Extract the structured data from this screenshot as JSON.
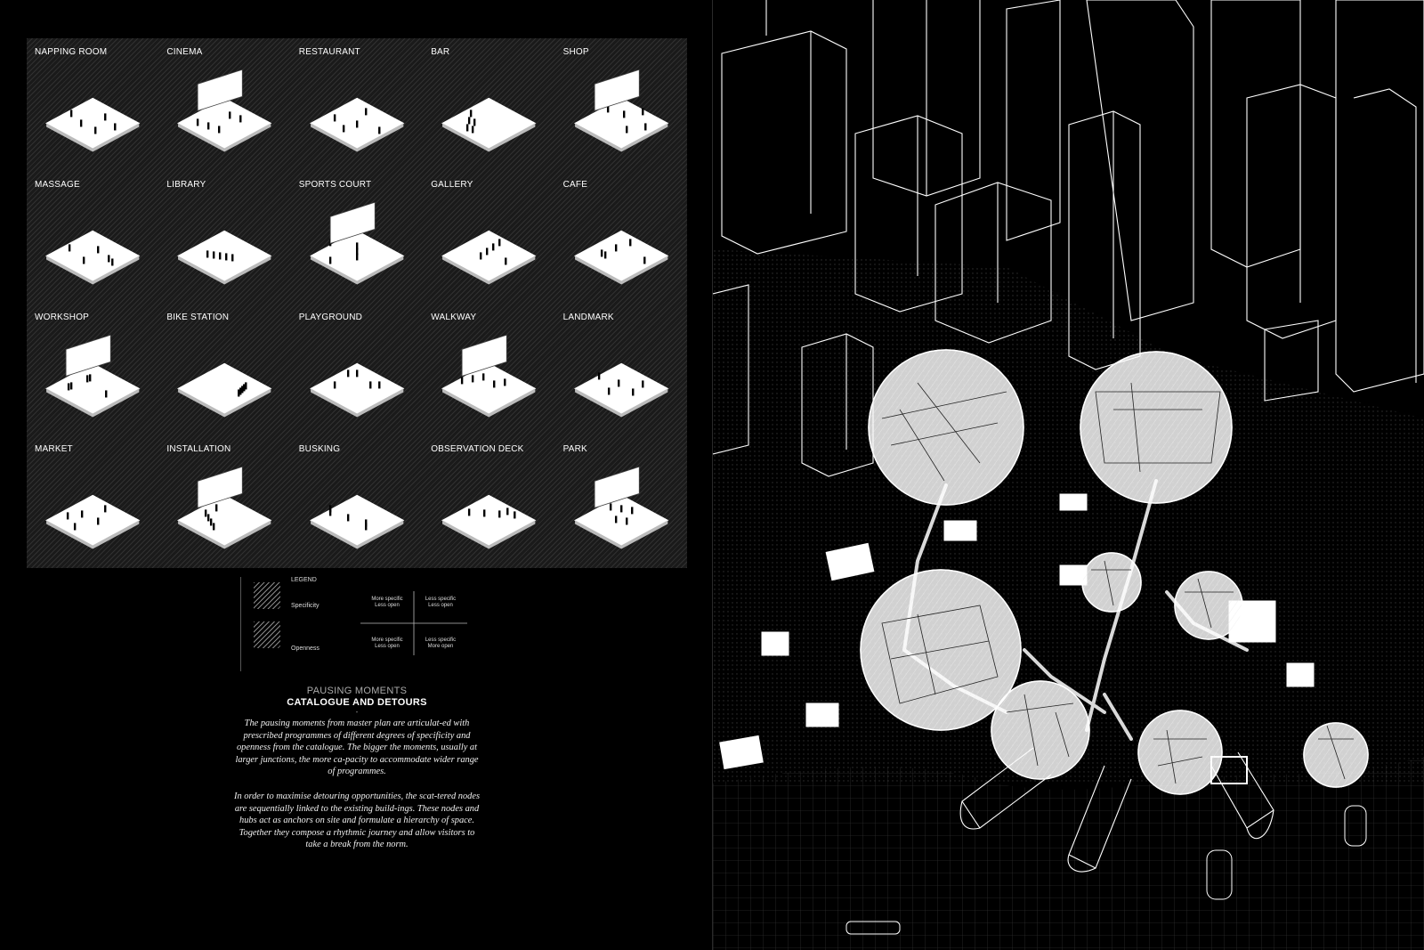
{
  "catalogue": {
    "items": [
      {
        "label": "NAPPING ROOM",
        "icon": "napping-room-icon"
      },
      {
        "label": "CINEMA",
        "icon": "cinema-icon"
      },
      {
        "label": "RESTAURANT",
        "icon": "restaurant-icon"
      },
      {
        "label": "BAR",
        "icon": "bar-icon"
      },
      {
        "label": "SHOP",
        "icon": "shop-icon"
      },
      {
        "label": "MASSAGE",
        "icon": "massage-icon"
      },
      {
        "label": "LIBRARY",
        "icon": "library-icon"
      },
      {
        "label": "SPORTS COURT",
        "icon": "sports-court-icon"
      },
      {
        "label": "GALLERY",
        "icon": "gallery-icon"
      },
      {
        "label": "CAFE",
        "icon": "cafe-icon"
      },
      {
        "label": "WORKSHOP",
        "icon": "workshop-icon"
      },
      {
        "label": "BIKE STATION",
        "icon": "bike-station-icon"
      },
      {
        "label": "PLAYGROUND",
        "icon": "playground-icon"
      },
      {
        "label": "WALKWAY",
        "icon": "walkway-icon"
      },
      {
        "label": "LANDMARK",
        "icon": "landmark-icon"
      },
      {
        "label": "MARKET",
        "icon": "market-icon"
      },
      {
        "label": "INSTALLATION",
        "icon": "installation-icon"
      },
      {
        "label": "BUSKING",
        "icon": "busking-icon"
      },
      {
        "label": "OBSERVATION DECK",
        "icon": "observation-deck-icon"
      },
      {
        "label": "PARK",
        "icon": "park-icon"
      }
    ]
  },
  "legend": {
    "title": "LEGEND",
    "specificity": "Specificity",
    "openness": "Openness",
    "matrix": {
      "top_left": "More specific\nLess open",
      "top_right": "Less specific\nLess open",
      "bottom_left": "More specific\nLess open",
      "bottom_right": "Less specific\nMore open"
    }
  },
  "text": {
    "kicker": "PAUSING MOMENTS",
    "heading": "CATALOGUE AND DETOURS",
    "dash": "-",
    "paragraph1": "The pausing moments from master plan are articulat-ed with prescribed programmes of different degrees of specificity and openness from the catalogue. The bigger the moments, usually at larger junctions, the more ca-pacity to accommodate wider range of programmes.",
    "paragraph2": "In order to maximise detouring opportunities, the scat-tered nodes are sequentially linked to the existing build-ings. These nodes and hubs act as anchors on site and formulate a hierarchy of space. Together they compose a rhythmic journey and allow visitors to take a break from the norm."
  },
  "colors": {
    "background": "#000000",
    "line": "#ffffff",
    "catalogue_bg": "#1a1a1a"
  }
}
